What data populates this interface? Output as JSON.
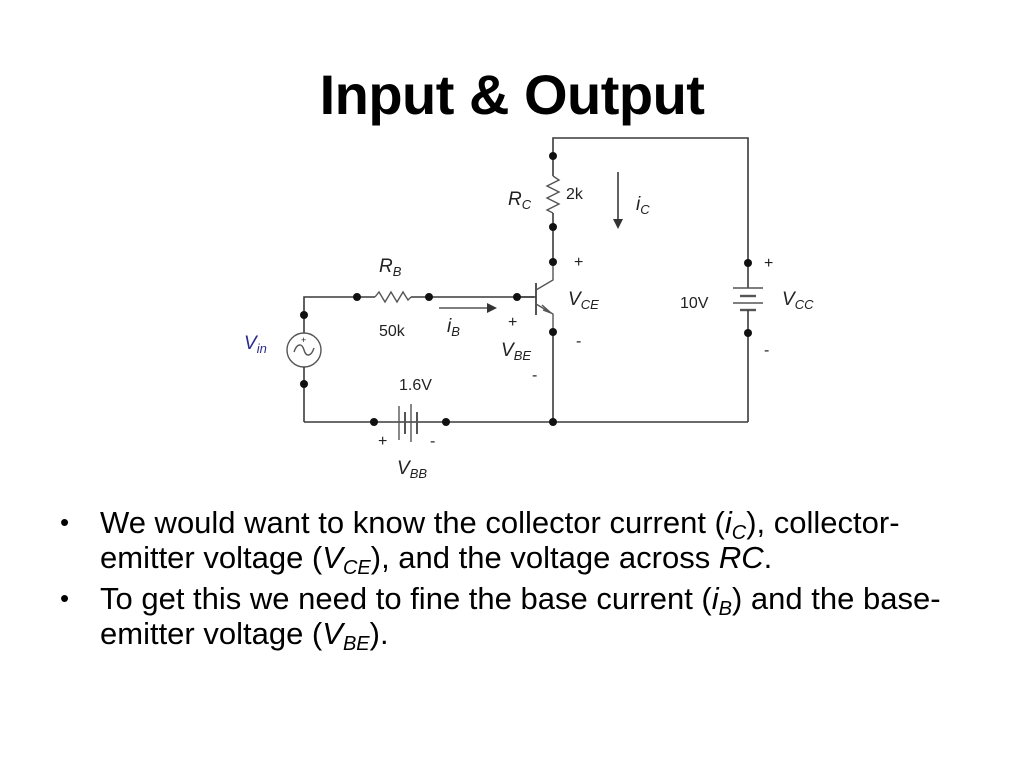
{
  "slide": {
    "title": "Input & Output"
  },
  "circuit": {
    "rc_label": "R",
    "rc_sub": "C",
    "rc_value": "2k",
    "rb_label": "R",
    "rb_sub": "B",
    "rb_value": "50k",
    "ic_label": "i",
    "ic_sub": "C",
    "ib_label": "i",
    "ib_sub": "B",
    "vce_label": "V",
    "vce_sub": "CE",
    "vce_plus": "+",
    "vce_minus": "-",
    "vbe_label": "V",
    "vbe_sub": "BE",
    "vbe_plus": "+",
    "vbe_minus": "-",
    "vcc_label": "V",
    "vcc_sub": "CC",
    "vcc_value": "10V",
    "vcc_plus": "+",
    "vcc_minus": "-",
    "vbb_label": "V",
    "vbb_sub": "BB",
    "vbb_value": "1.6V",
    "vbb_plus": "+",
    "vbb_minus": "-",
    "vin_label": "V",
    "vin_sub": "in"
  },
  "bullets": [
    {
      "p1": "We would want to know the collector current (",
      "v1": "i",
      "s1": "C",
      "p2": "), collector-emitter voltage (",
      "v2": "V",
      "s2": "CE",
      "p3": "), and the voltage across ",
      "v3": "RC",
      "p4": "."
    },
    {
      "p1": "To get this we need to fine the base current (",
      "v1": "i",
      "s1": "B",
      "p2": ") and the base-emitter voltage (",
      "v2": "V",
      "s2": "BE",
      "p3": ")."
    }
  ]
}
